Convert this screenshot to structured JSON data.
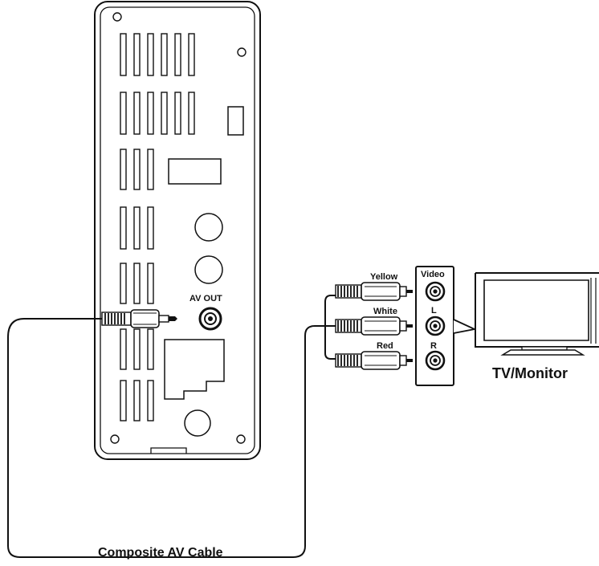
{
  "device": {
    "av_out_label": "AV OUT"
  },
  "tv_panel": {
    "video_label": "Video",
    "left_label": "L",
    "right_label": "R"
  },
  "plugs": {
    "yellow_label": "Yellow",
    "white_label": "White",
    "red_label": "Red"
  },
  "tv": {
    "label": "TV/Monitor"
  },
  "cable": {
    "label": "Composite AV Cable"
  }
}
